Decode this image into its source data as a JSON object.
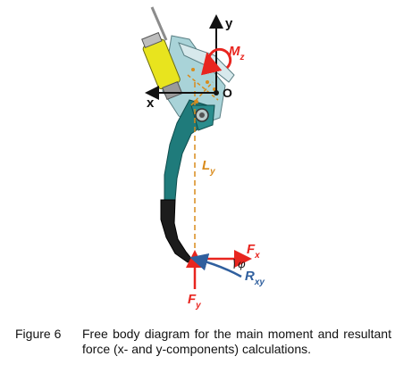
{
  "axes": {
    "x": "x",
    "y": "y",
    "origin": "O"
  },
  "labels": {
    "moment": "M",
    "moment_sub": "z",
    "length": "L",
    "length_sub": "y",
    "fx": "F",
    "fx_sub": "x",
    "fy": "F",
    "fy_sub": "y",
    "rxy": "R",
    "rxy_sub": "xy",
    "angle": "φ"
  },
  "caption": {
    "figure": "Figure 6",
    "text": "Free body diagram for the main moment and resultant force (x- and y-components) calculations."
  },
  "colors": {
    "force": "#e8251f",
    "resultant": "#2f5f9e",
    "dimension": "#d98b1c",
    "frame_teal": "#1f7b7b",
    "frame_light": "#a9d3d8",
    "cylinder": "#e8e41e",
    "blade": "#1c1c1c"
  }
}
